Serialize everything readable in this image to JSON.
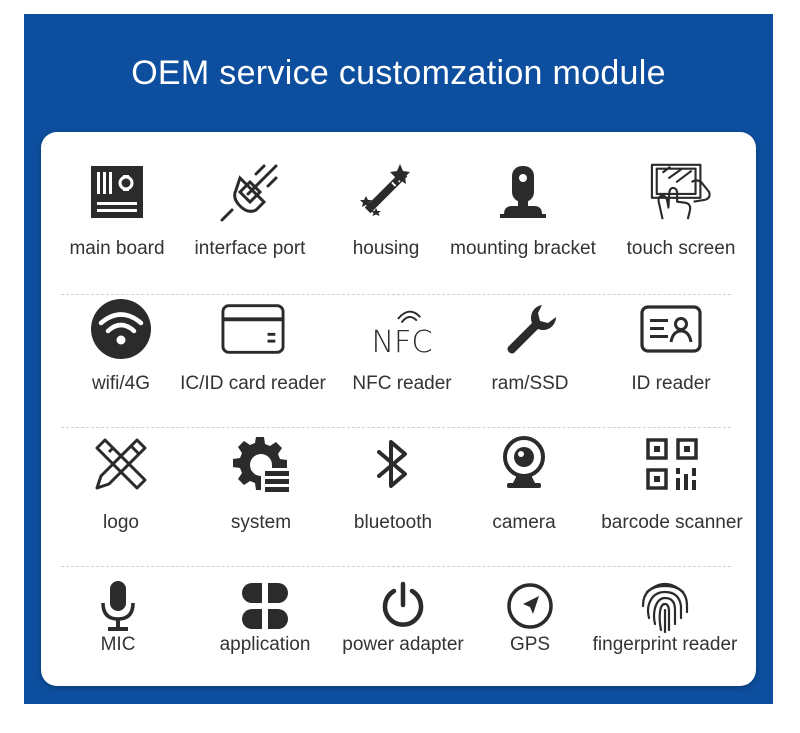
{
  "title": "OEM service customzation module",
  "colors": {
    "banner": "#0d4f9e",
    "icon": "#2b2b2b",
    "card": "#ffffff"
  },
  "rows": [
    [
      {
        "label": "main board",
        "icon": "main-board-icon"
      },
      {
        "label": "interface port",
        "icon": "plug-icon"
      },
      {
        "label": "housing",
        "icon": "magic-wand-icon"
      },
      {
        "label": "mounting bracket",
        "icon": "bracket-icon"
      },
      {
        "label": "touch screen",
        "icon": "touch-screen-icon"
      }
    ],
    [
      {
        "label": "wifi/4G",
        "icon": "wifi-icon"
      },
      {
        "label": "IC/ID card reader",
        "icon": "card-icon"
      },
      {
        "label": "NFC reader",
        "icon": "nfc-icon"
      },
      {
        "label": "ram/SSD",
        "icon": "wrench-icon"
      },
      {
        "label": "ID reader",
        "icon": "id-card-icon"
      }
    ],
    [
      {
        "label": "logo",
        "icon": "ruler-pencil-icon"
      },
      {
        "label": "system",
        "icon": "gear-icon"
      },
      {
        "label": "bluetooth",
        "icon": "bluetooth-icon"
      },
      {
        "label": "camera",
        "icon": "webcam-icon"
      },
      {
        "label": "barcode scanner",
        "icon": "qr-code-icon"
      }
    ],
    [
      {
        "label": "MIC",
        "icon": "microphone-icon"
      },
      {
        "label": "application",
        "icon": "apps-icon"
      },
      {
        "label": "power adapter",
        "icon": "power-icon"
      },
      {
        "label": "GPS",
        "icon": "compass-icon"
      },
      {
        "label": "fingerprint reader",
        "icon": "fingerprint-icon"
      }
    ]
  ]
}
